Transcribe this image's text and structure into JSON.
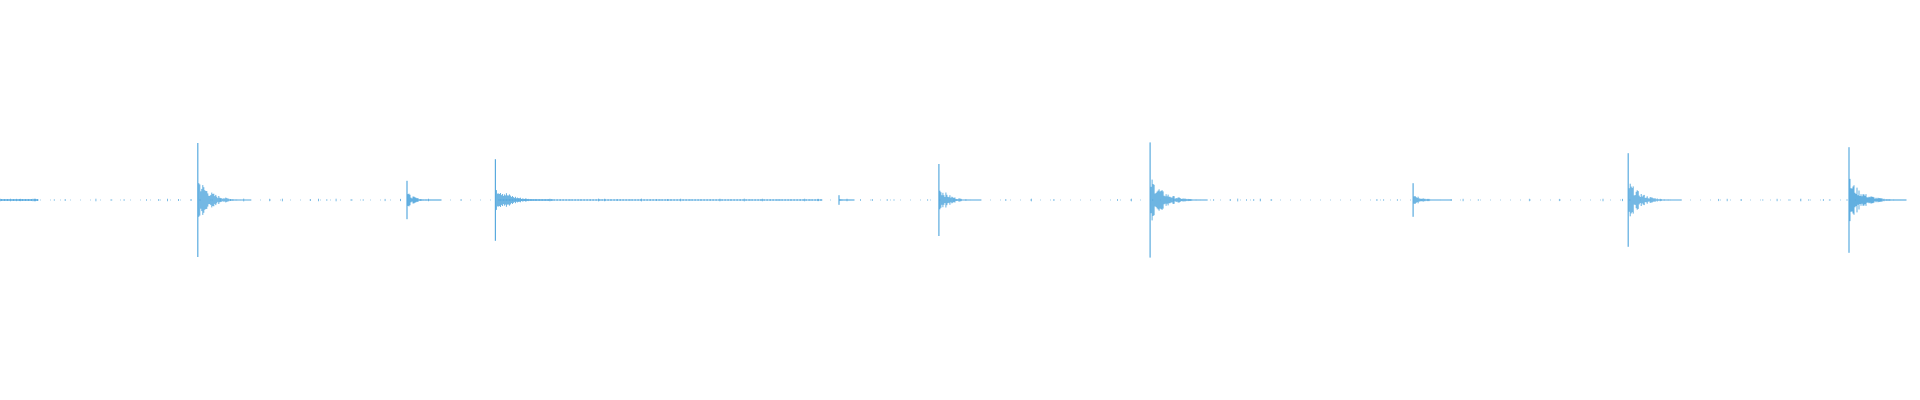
{
  "waveform": {
    "color": "#5aabdf",
    "background": "#ffffff",
    "baseline_level": 0.0,
    "peaks": [
      {
        "time": 0.0,
        "amplitude": 0.02,
        "decay": 0.02
      },
      {
        "time": 0.103,
        "amplitude": 0.95,
        "decay": 0.028
      },
      {
        "time": 0.212,
        "amplitude": 0.32,
        "decay": 0.018
      },
      {
        "time": 0.258,
        "amplitude": 0.68,
        "decay": 0.03
      },
      {
        "time": 0.437,
        "amplitude": 0.08,
        "decay": 0.008
      },
      {
        "time": 0.489,
        "amplitude": 0.6,
        "decay": 0.022
      },
      {
        "time": 0.599,
        "amplitude": 0.96,
        "decay": 0.03
      },
      {
        "time": 0.736,
        "amplitude": 0.28,
        "decay": 0.02
      },
      {
        "time": 0.848,
        "amplitude": 0.78,
        "decay": 0.028
      },
      {
        "time": 0.963,
        "amplitude": 0.88,
        "decay": 0.03
      }
    ],
    "sustained_segments": [
      {
        "start": 0.0,
        "end": 0.02,
        "amplitude": 0.015
      },
      {
        "start": 0.26,
        "end": 0.428,
        "amplitude": 0.008
      }
    ],
    "end_fraction": 0.995
  }
}
